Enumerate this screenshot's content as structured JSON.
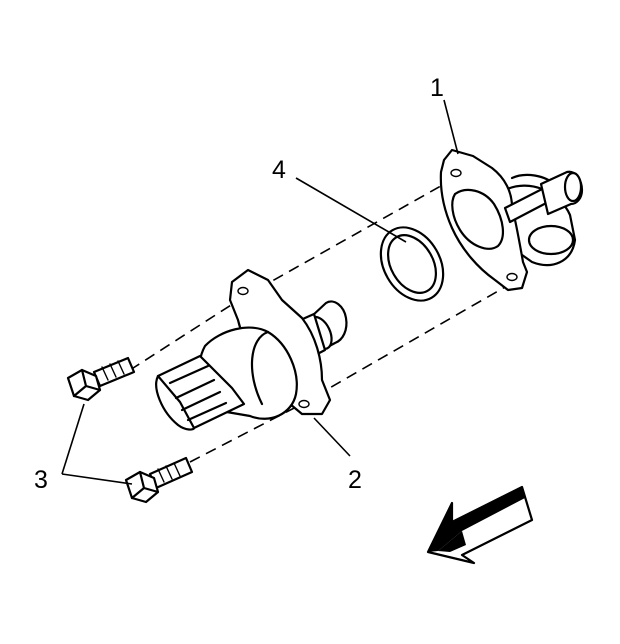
{
  "callouts": {
    "c1": "1",
    "c2": "2",
    "c3": "3",
    "c4": "4"
  },
  "colors": {
    "line": "#000000",
    "background": "#ffffff",
    "arrow_fill": "#000000"
  },
  "icons": {
    "direction_arrow": "front-direction-arrow-icon"
  }
}
